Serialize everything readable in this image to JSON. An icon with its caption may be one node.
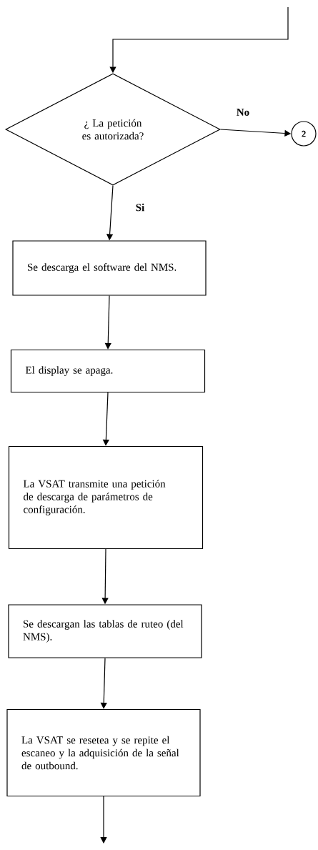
{
  "diagram": {
    "nodes": [
      {
        "text": [
          "¿ La petición es autorizada?"
        ]
      },
      {
        "text": [
          "2"
        ]
      },
      {
        "text": [
          "Se descarga el software del NMS."
        ]
      },
      {
        "text": [
          "El display se apaga."
        ]
      },
      {
        "text": [
          "La VSAT transmite una petición de descarga de parámetros de configuración."
        ]
      },
      {
        "text": [
          "Se descargan las tablas de ruteo (del NMS)."
        ]
      },
      {
        "text": [
          "La VSAT se resetea y se repite el escaneo y la adquisición de la señal de outbound."
        ]
      }
    ],
    "edges": [
      {
        "from": null,
        "to": 0,
        "arrow": "to"
      },
      {
        "from": 0,
        "to": 1,
        "arrow": "to",
        "label": "No"
      },
      {
        "from": 0,
        "to": 2,
        "arrow": "to",
        "label": "Si"
      },
      {
        "from": 2,
        "to": 3,
        "arrow": "to"
      },
      {
        "from": 3,
        "to": 4,
        "arrow": "to"
      },
      {
        "from": 4,
        "to": 5,
        "arrow": "to"
      },
      {
        "from": 5,
        "to": 6,
        "arrow": "to"
      },
      {
        "from": 6,
        "to": null,
        "arrow": "to"
      }
    ]
  }
}
